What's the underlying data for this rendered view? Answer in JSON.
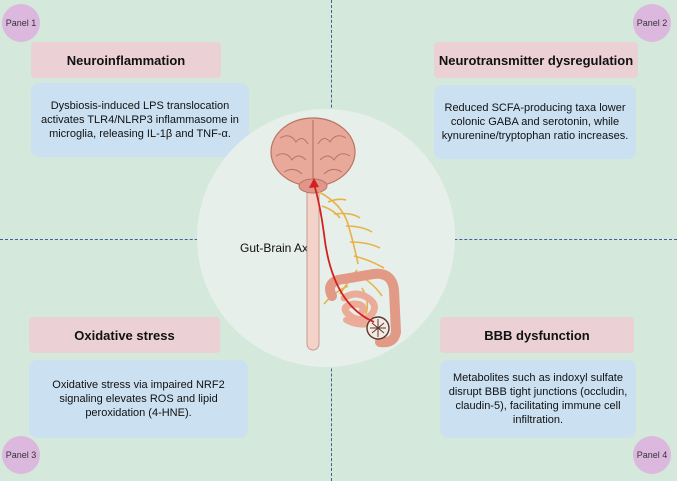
{
  "center": {
    "label": "Gut-Brain Axis"
  },
  "panels": [
    {
      "badge": "Panel 1",
      "title": "Neuroinflammation",
      "text": "Dysbiosis-induced LPS translocation activates TLR4/NLRP3 inflammasome in microglia, releasing IL-1β and TNF-α."
    },
    {
      "badge": "Panel 2",
      "title": "Neurotransmitter dysregulation",
      "text": "Reduced SCFA-producing taxa lower colonic GABA and serotonin, while kynurenine/tryptophan ratio increases."
    },
    {
      "badge": "Panel 3",
      "title": "Oxidative stress",
      "text": "Oxidative stress via impaired NRF2 signaling elevates ROS and lipid peroxidation (4-HNE)."
    },
    {
      "badge": "Panel 4",
      "title": "BBB dysfunction",
      "text": "Metabolites such as indoxyl sulfate disrupt BBB tight junctions (occludin, claudin-5), facilitating immune cell infiltration."
    }
  ],
  "colors": {
    "background": "#d4e8dc",
    "badge": "#dcb8df",
    "title_box": "#ebd0d6",
    "desc_box": "#cbe0f1",
    "divider": "#3f5fa0",
    "brain": "#e8a99a",
    "nerve": "#e8b24a",
    "arrow": "#d42020"
  },
  "icons": [
    "brain-illustration",
    "spinal-cord",
    "vagus-nerve",
    "intestine-illustration",
    "gut-microbiota-icon",
    "signal-arrow"
  ]
}
